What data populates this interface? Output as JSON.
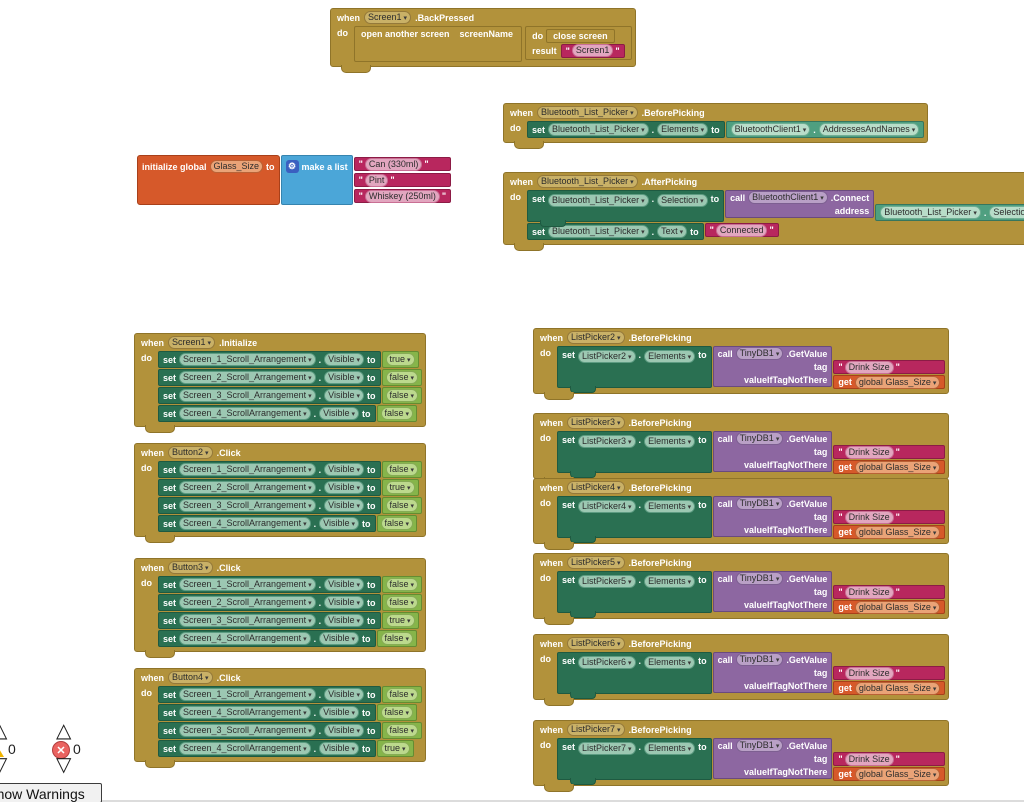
{
  "colors": {
    "event_gold": "#b2923b",
    "setter_green": "#2a7052",
    "getter_green": "#4f9f80",
    "logic_green": "#86b54a",
    "call_purple": "#8d67a1",
    "text_magenta": "#b8275e",
    "variable_orange": "#d6592a",
    "list_blue": "#4ba6d8",
    "error_red": "#ea6360"
  },
  "t": {
    "when": "when",
    "do": "do",
    "set": "set",
    "to": "to",
    "call": "call",
    "get": "get",
    "result": "result",
    "tag": "tag",
    "value_if_tag_not_there": "valueIfTagNotThere",
    "address": "address",
    "dot": "."
  },
  "back_pressed": {
    "component": "Screen1",
    "event": ".BackPressed",
    "statement": "open another screen",
    "param": "screenName",
    "close_screen": "close screen",
    "result_value": "Screen1"
  },
  "bt_before": {
    "component": "Bluetooth_List_Picker",
    "event": ".BeforePicking",
    "target": "Bluetooth_List_Picker",
    "prop": "Elements",
    "getter_component": "BluetoothClient1",
    "getter_prop": "AddressesAndNames"
  },
  "init_global": {
    "label": "initialize global",
    "name": "Glass_Size",
    "list_label": "make a list",
    "items": [
      "Can (330ml)",
      "Pint",
      "Whiskey (250ml)"
    ]
  },
  "bt_after": {
    "component": "Bluetooth_List_Picker",
    "event": ".AfterPicking",
    "row1": {
      "target": "Bluetooth_List_Picker",
      "prop": "Selection",
      "call_component": "BluetoothClient1",
      "method": ".Connect",
      "arg_component": "Bluetooth_List_Picker",
      "arg_prop": "Selection"
    },
    "row2": {
      "target": "Bluetooth_List_Picker",
      "prop": "Text",
      "text": "Connected"
    }
  },
  "visibility_blocks": [
    {
      "component": "Screen1",
      "event": ".Initialize",
      "rows": [
        {
          "target": "Screen_1_Scroll_Arrangement",
          "prop": "Visible",
          "value": "true"
        },
        {
          "target": "Screen_2_Scroll_Arrangement",
          "prop": "Visible",
          "value": "false"
        },
        {
          "target": "Screen_3_Scroll_Arrangement",
          "prop": "Visible",
          "value": "false"
        },
        {
          "target": "Screen_4_ScrollArrangement",
          "prop": "Visible",
          "value": "false"
        }
      ]
    },
    {
      "component": "Button2",
      "event": ".Click",
      "rows": [
        {
          "target": "Screen_1_Scroll_Arrangement",
          "prop": "Visible",
          "value": "false"
        },
        {
          "target": "Screen_2_Scroll_Arrangement",
          "prop": "Visible",
          "value": "true"
        },
        {
          "target": "Screen_3_Scroll_Arrangement",
          "prop": "Visible",
          "value": "false"
        },
        {
          "target": "Screen_4_ScrollArrangement",
          "prop": "Visible",
          "value": "false"
        }
      ]
    },
    {
      "component": "Button3",
      "event": ".Click",
      "rows": [
        {
          "target": "Screen_1_Scroll_Arrangement",
          "prop": "Visible",
          "value": "false"
        },
        {
          "target": "Screen_2_Scroll_Arrangement",
          "prop": "Visible",
          "value": "false"
        },
        {
          "target": "Screen_3_Scroll_Arrangement",
          "prop": "Visible",
          "value": "true"
        },
        {
          "target": "Screen_4_ScrollArrangement",
          "prop": "Visible",
          "value": "false"
        }
      ]
    },
    {
      "component": "Button4",
      "event": ".Click",
      "rows": [
        {
          "target": "Screen_1_Scroll_Arrangement",
          "prop": "Visible",
          "value": "false"
        },
        {
          "target": "Screen_4_ScrollArrangement",
          "prop": "Visible",
          "value": "false"
        },
        {
          "target": "Screen_3_Scroll_Arrangement",
          "prop": "Visible",
          "value": "false"
        },
        {
          "target": "Screen_4_ScrollArrangement",
          "prop": "Visible",
          "value": "true"
        }
      ]
    }
  ],
  "lp_shared": {
    "event": ".BeforePicking",
    "prop": "Elements",
    "call_component": "TinyDB1",
    "method": ".GetValue",
    "tag_text": "Drink Size",
    "fallback": "global Glass_Size"
  },
  "listpicker_blocks": [
    {
      "component": "ListPicker2"
    },
    {
      "component": "ListPicker3"
    },
    {
      "component": "ListPicker4"
    },
    {
      "component": "ListPicker5"
    },
    {
      "component": "ListPicker6"
    },
    {
      "component": "ListPicker7"
    }
  ],
  "status": {
    "warning_count": "0",
    "error_count": "0",
    "show_warnings_label": "Show Warnings"
  }
}
